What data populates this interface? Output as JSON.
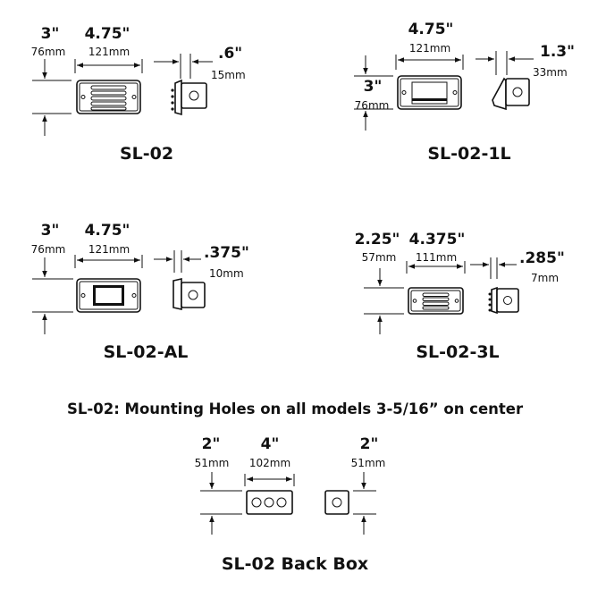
{
  "models": {
    "sl02": {
      "name": "SL-02",
      "height_in": "3\"",
      "height_mm": "76mm",
      "width_in": "4.75\"",
      "width_mm": "121mm",
      "depth_in": ".6\"",
      "depth_mm": "15mm"
    },
    "sl021l": {
      "name": "SL-02-1L",
      "height_in": "3\"",
      "height_mm": "76mm",
      "width_in": "4.75\"",
      "width_mm": "121mm",
      "depth_in": "1.3\"",
      "depth_mm": "33mm"
    },
    "sl02al": {
      "name": "SL-02-AL",
      "height_in": "3\"",
      "height_mm": "76mm",
      "width_in": "4.75\"",
      "width_mm": "121mm",
      "depth_in": ".375\"",
      "depth_mm": "10mm"
    },
    "sl023l": {
      "name": "SL-02-3L",
      "height_in": "2.25\"",
      "height_mm": "57mm",
      "width_in": "4.375\"",
      "width_mm": "111mm",
      "depth_in": ".285\"",
      "depth_mm": "7mm"
    }
  },
  "note": "SL-02: Mounting Holes on all models 3-5/16” on center",
  "backbox": {
    "name": "SL-02 Back Box",
    "height_in": "2\"",
    "height_mm": "51mm",
    "width_in": "4\"",
    "width_mm": "102mm",
    "side_in": "2\"",
    "side_mm": "51mm"
  }
}
